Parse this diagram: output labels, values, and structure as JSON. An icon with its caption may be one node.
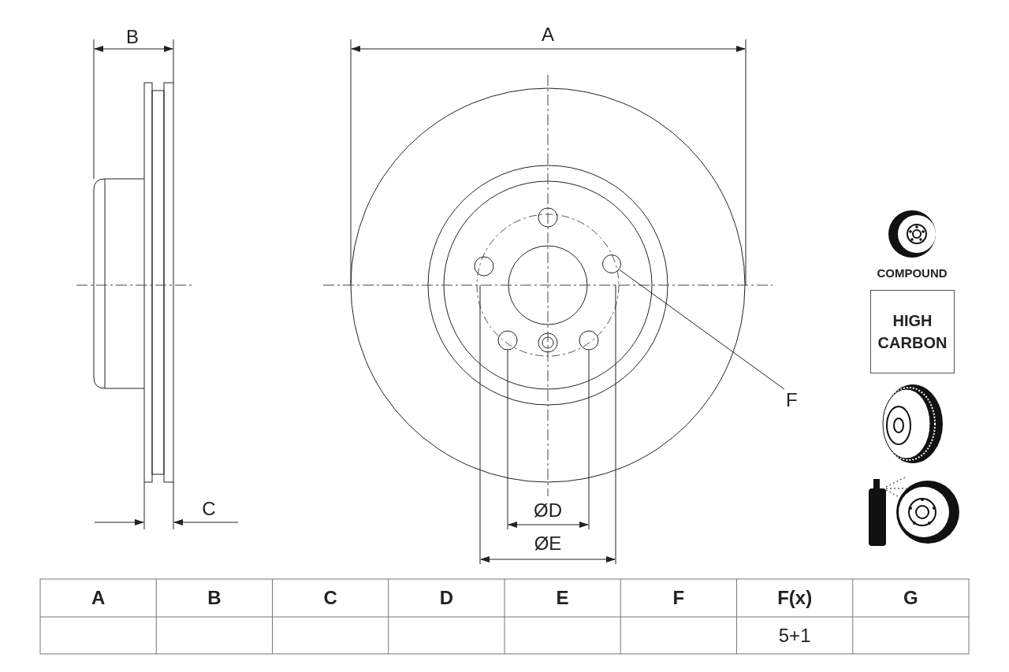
{
  "diagram": {
    "nodes": [
      {
        "text": [
          "F"
        ]
      },
      {
        "text": [],
        "shape": "circle"
      },
      {
        "text": [
          "HIGH CARBON"
        ]
      }
    ],
    "edges": [
      {
        "from": 0,
        "to": 1,
        "arrow": "none"
      }
    ],
    "labels": [
      "B",
      "A",
      "C",
      "ØD",
      "ØE",
      "COMPOUND",
      "A",
      "B",
      "C",
      "D",
      "E",
      "F",
      "F(x)",
      "G",
      "5+1"
    ]
  }
}
